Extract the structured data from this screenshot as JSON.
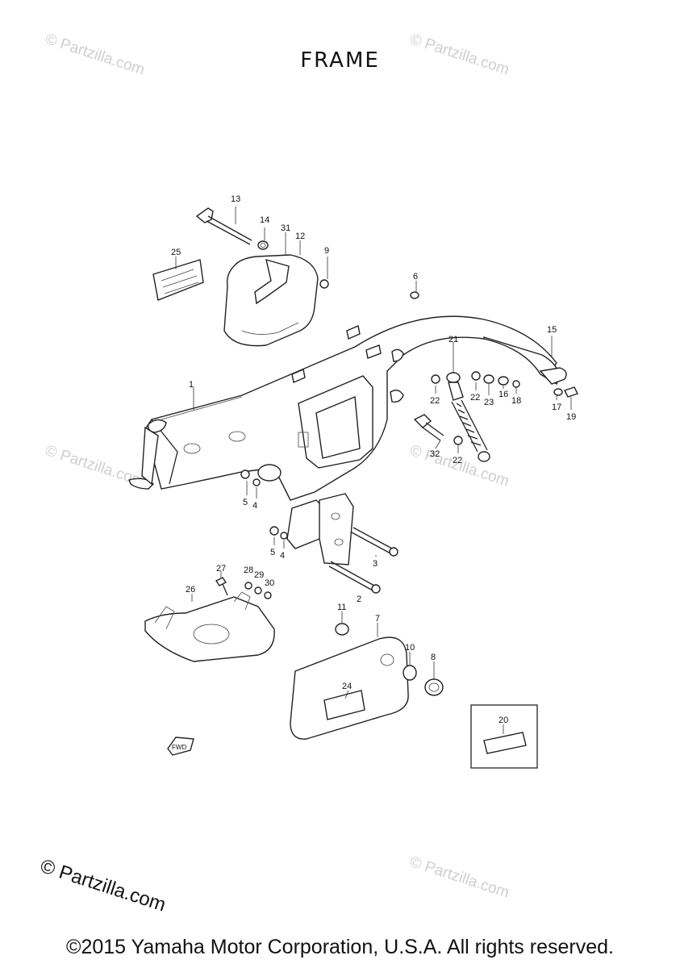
{
  "title": "FRAME",
  "copyright": "©2015 Yamaha Motor Corporation, U.S.A. All rights reserved.",
  "logo": "© Partzilla.com",
  "watermarks": [
    "© Partzilla.com",
    "© Partzilla.com",
    "© Partzilla.com",
    "© Partzilla.com",
    "© Partzilla.com"
  ],
  "callouts": [
    "1",
    "2",
    "3",
    "4",
    "4",
    "5",
    "5",
    "6",
    "7",
    "8",
    "9",
    "10",
    "11",
    "12",
    "13",
    "14",
    "15",
    "16",
    "17",
    "18",
    "19",
    "20",
    "21",
    "22",
    "22",
    "22",
    "23",
    "24",
    "25",
    "26",
    "27",
    "28",
    "29",
    "30",
    "31",
    "32"
  ],
  "stamp_text": "FWD"
}
